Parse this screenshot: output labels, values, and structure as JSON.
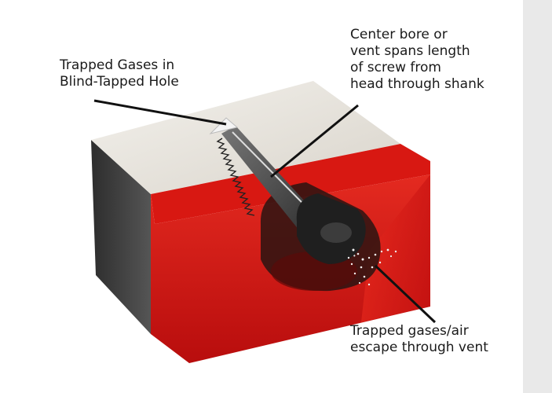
{
  "labels": {
    "trapped_gases": [
      "Trapped Gases in",
      "Blind-Tapped Hole"
    ],
    "center_bore": [
      "Center bore or",
      "vent spans length",
      "of screw from",
      "head through shank"
    ],
    "escape": [
      "Trapped gases/air",
      "escape through vent"
    ]
  },
  "colors": {
    "block_red": "#d51313",
    "block_top": "#e8e4dc",
    "block_side_dark": "#3a3a3a",
    "screw": "#4a4a4a",
    "scrollbar": "#e9e9e9"
  }
}
